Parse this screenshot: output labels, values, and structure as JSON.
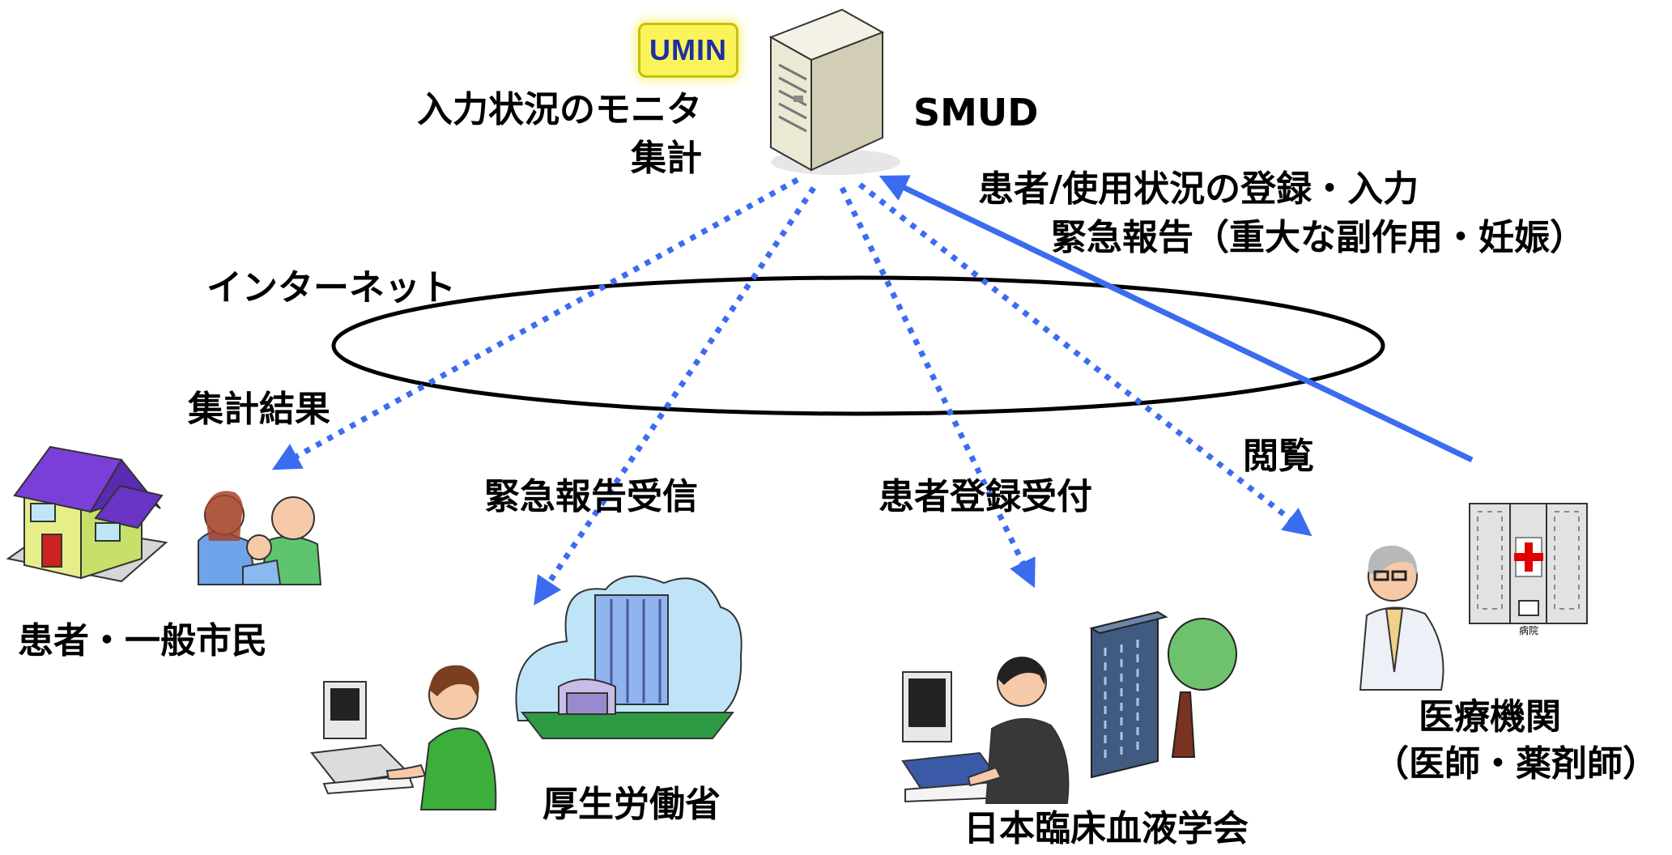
{
  "server": {
    "name": "SMUD",
    "badge": "UMIN",
    "function_lines": [
      "入力状況のモニタ",
      "集計"
    ]
  },
  "network": {
    "label": "インターネット"
  },
  "registration": {
    "line1": "患者/使用状況の登録・入力",
    "line2": "緊急報告（重大な副作用・妊娠）"
  },
  "edges": {
    "aggregate": "集計結果",
    "emergency": "緊急報告受信",
    "patient_reg": "患者登録受付",
    "browse": "閲覧"
  },
  "nodes": {
    "citizens": "患者・一般市民",
    "ministry": "厚生労働省",
    "society": "日本臨床血液学会",
    "medical_line1": "医療機関",
    "medical_line2": "（医師・薬剤師）",
    "hospital_sign": "病院"
  },
  "colors": {
    "arrow": "#3b6cf0",
    "ellipse": "#000000",
    "badge_bg": "#fbf35a",
    "badge_text": "#1d2fa2"
  }
}
